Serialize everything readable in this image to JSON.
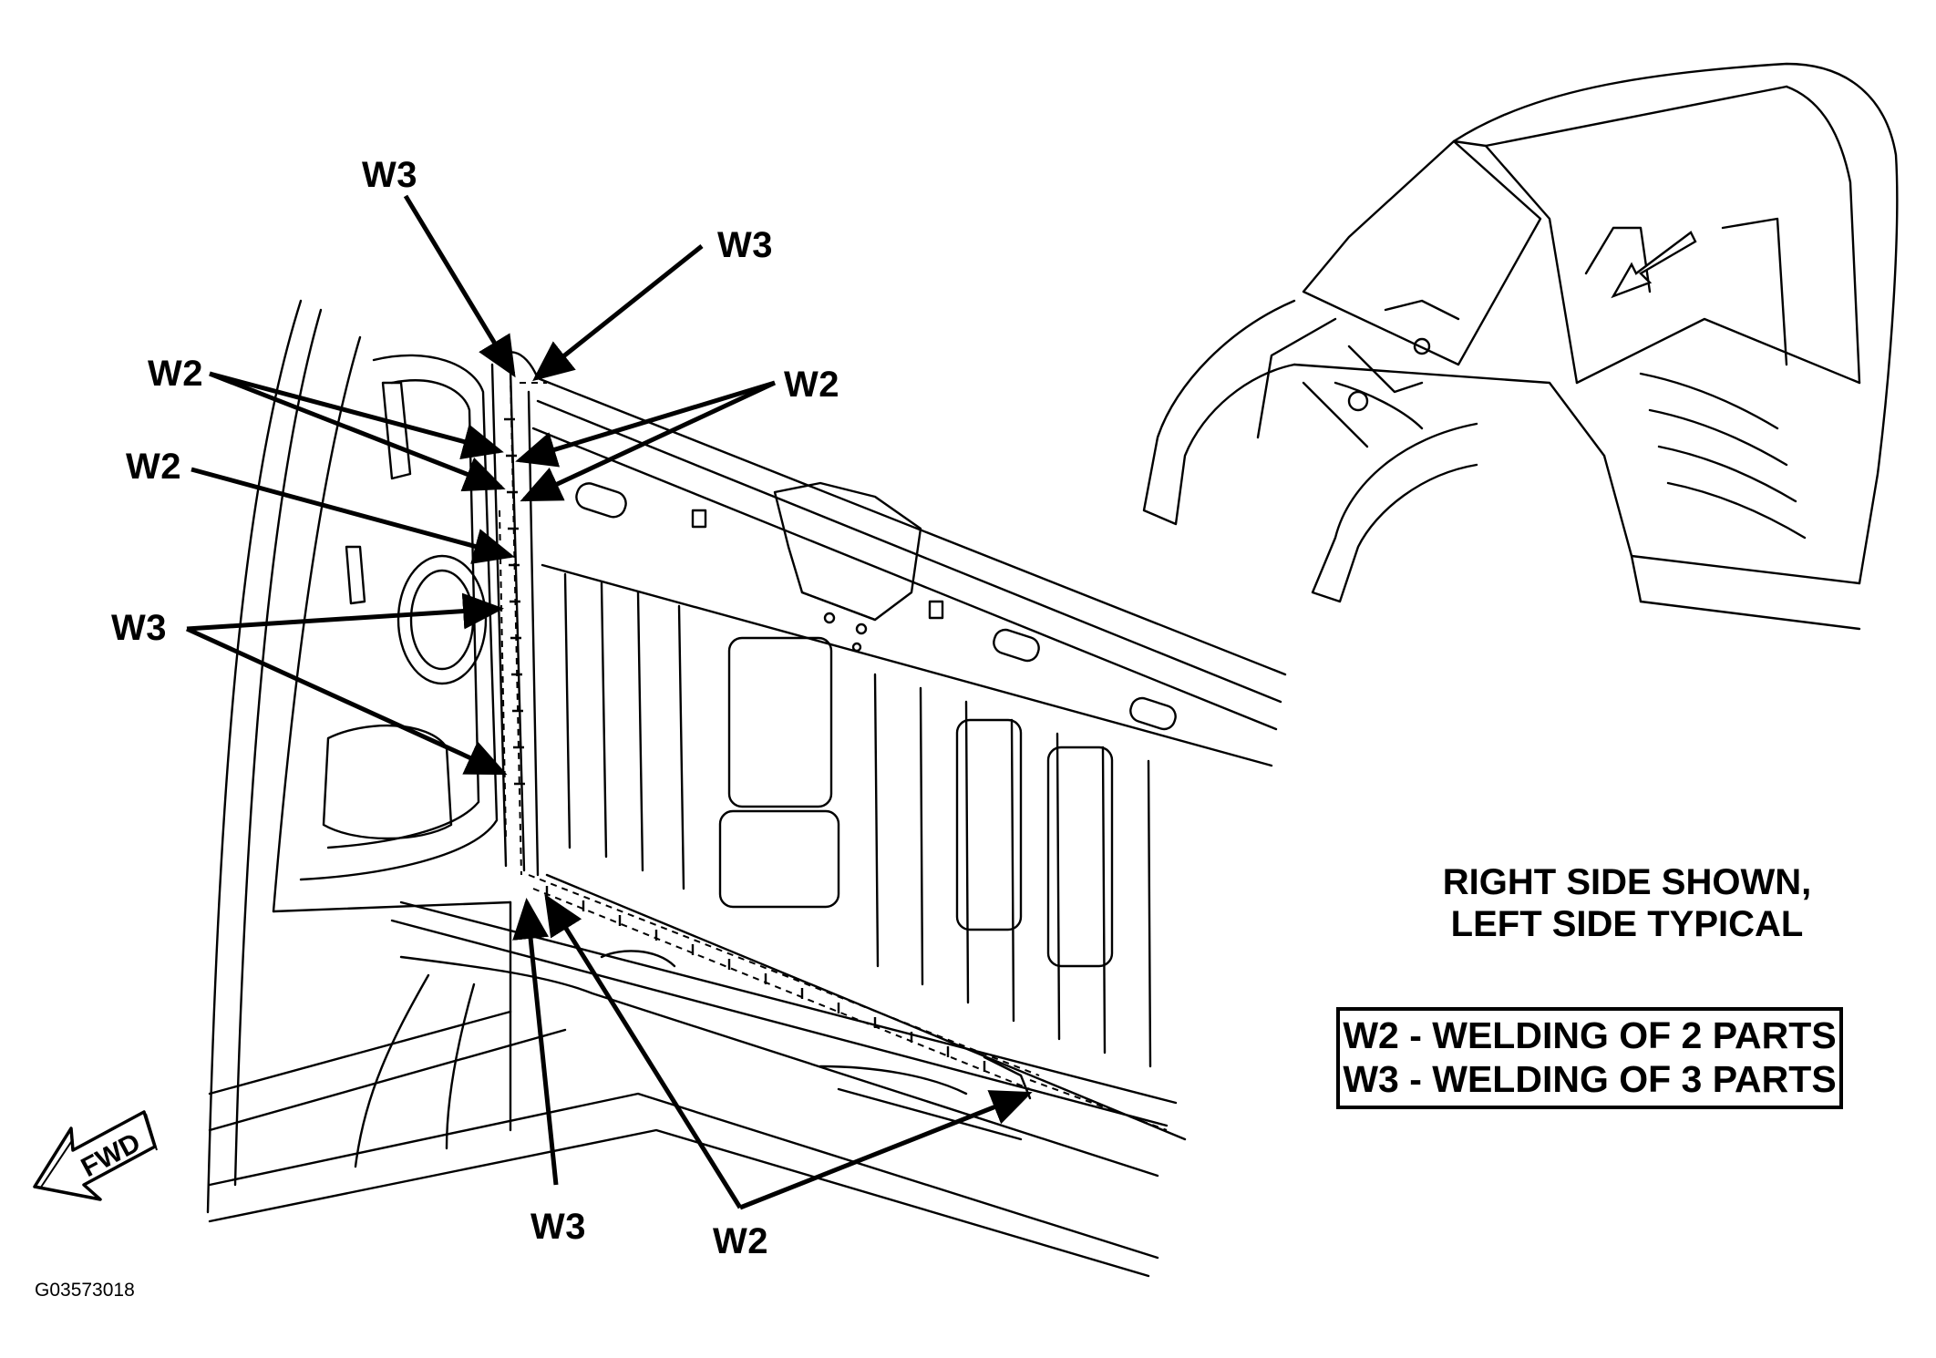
{
  "callouts": {
    "w3_top_left": "W3",
    "w3_top_right": "W3",
    "w2_upper_left": "W2",
    "w2_upper_right": "W2",
    "w2_mid_left": "W2",
    "w3_mid_left": "W3",
    "w3_bottom": "W3",
    "w2_bottom": "W2"
  },
  "direction_marker": {
    "label": "FWD",
    "icon": "arrow-left-down-icon"
  },
  "note": {
    "line1": "RIGHT SIDE SHOWN,",
    "line2": "LEFT SIDE TYPICAL"
  },
  "legend": {
    "w2": "W2 - WELDING OF 2 PARTS",
    "w3": "W3 - WELDING OF 3 PARTS"
  },
  "figure_id": "G03573018"
}
